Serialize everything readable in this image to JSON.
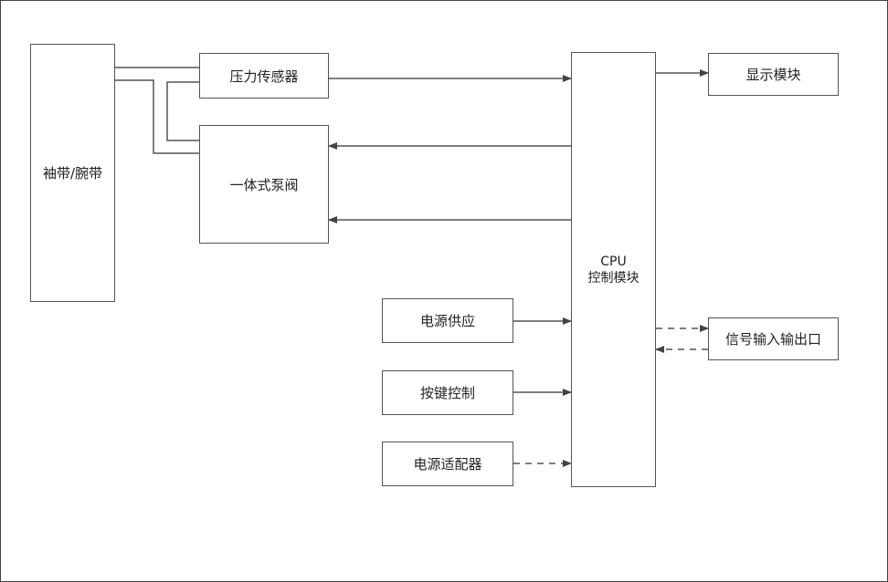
{
  "diagram": {
    "blocks": {
      "cuff": "袖带/腕带",
      "pressure_sensor": "压力传感器",
      "integrated_pump_valve": "一体式泵阀",
      "cpu_line1": "CPU",
      "cpu_line2": "控制模块",
      "display": "显示模块",
      "signal_io": "信号输入输出口",
      "power_supply": "电源供应",
      "key_control": "按键控制",
      "power_adapter": "电源适配器"
    },
    "colors": {
      "line": "#555555",
      "text": "#222222"
    }
  }
}
